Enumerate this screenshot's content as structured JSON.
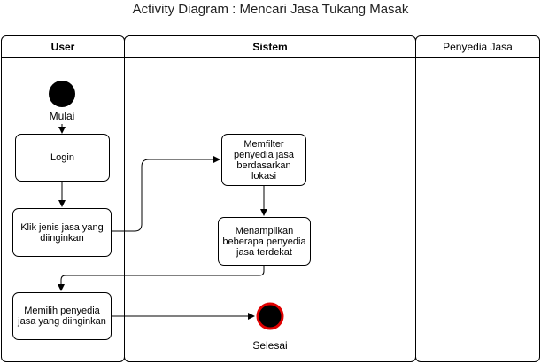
{
  "title": "Activity Diagram : Mencari Jasa Tukang Masak",
  "lanes": {
    "user": "User",
    "sistem": "Sistem",
    "penyedia": "Penyedia Jasa"
  },
  "nodes": {
    "start": "Mulai",
    "login": "Login",
    "klik": "Klik jenis jasa yang diinginkan",
    "filter": "Memfilter penyedia jasa berdasarkan lokasi",
    "tampil": "Menampilkan beberapa penyedia jasa terdekat",
    "pilih": "Memilih penyedia jasa yang diinginkan",
    "end": "Selesai"
  },
  "colors": {
    "end_ring": "#e00000",
    "node_fill": "#000000"
  }
}
